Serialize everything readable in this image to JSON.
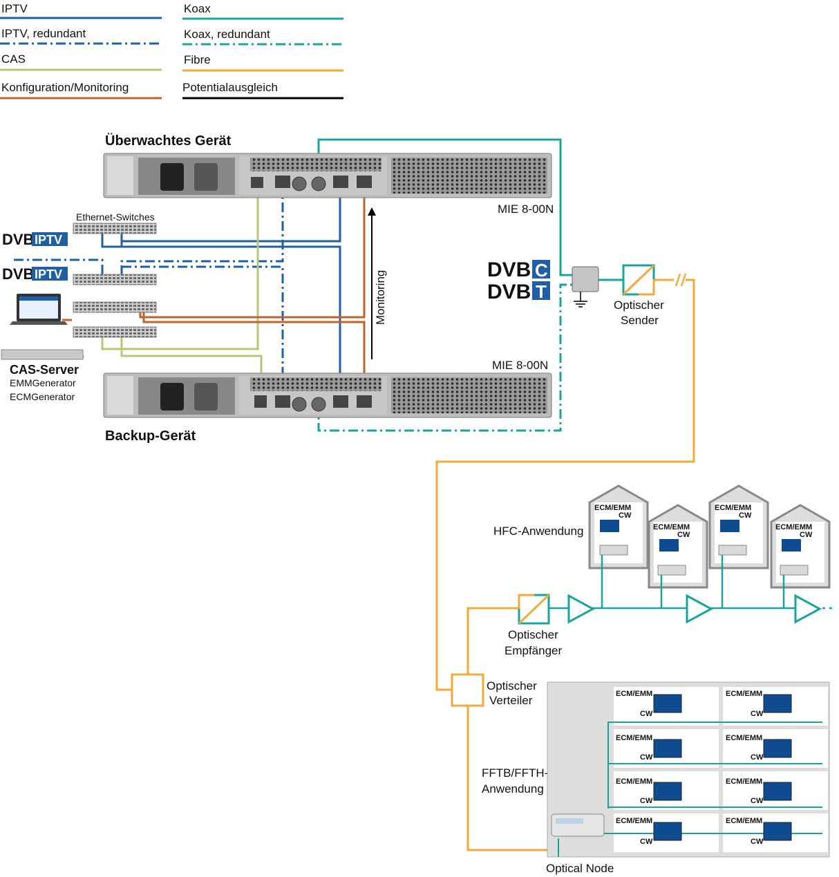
{
  "legend": {
    "iptv": "IPTV",
    "iptv_red": "IPTV, redundant",
    "cas": "CAS",
    "config": "Konfiguration/Monitoring",
    "koax": "Koax",
    "koax_red": "Koax, redundant",
    "fibre": "Fibre",
    "potential": "Potentialausgleich"
  },
  "labels": {
    "monitored": "Überwachtes Gerät",
    "backup": "Backup-Gerät",
    "mie_top": "MIE 8-00N",
    "mie_bottom": "MIE 8-00N",
    "eth_switches": "Ethernet-Switches",
    "cas_server": "CAS-Server",
    "emm_gen": "EMMGenerator",
    "ecm_gen": "ECMGenerator",
    "monitoring": "Monitoring",
    "opt_sender_1": "Optischer",
    "opt_sender_2": "Sender",
    "opt_recv_1": "Optischer",
    "opt_recv_2": "Empfänger",
    "opt_dist_1": "Optischer",
    "opt_dist_2": "Verteiler",
    "hfc": "HFC-Anwendung",
    "fftb_1": "FFTB/FFTH-",
    "fftb_2": "Anwendung",
    "optical_node": "Optical Node",
    "ecm_emm": "ECM/EMM",
    "cw": "CW"
  },
  "logos": {
    "dvb": "DVB",
    "iptv": "IPTV",
    "c": "C",
    "t": "T"
  },
  "colors": {
    "iptv": "#1f5fa6",
    "cas": "#b8c47a",
    "config": "#c0622a",
    "koax": "#1aa39a",
    "fibre": "#f2a93b",
    "potential": "#000000",
    "device": "#b9b9b9"
  }
}
